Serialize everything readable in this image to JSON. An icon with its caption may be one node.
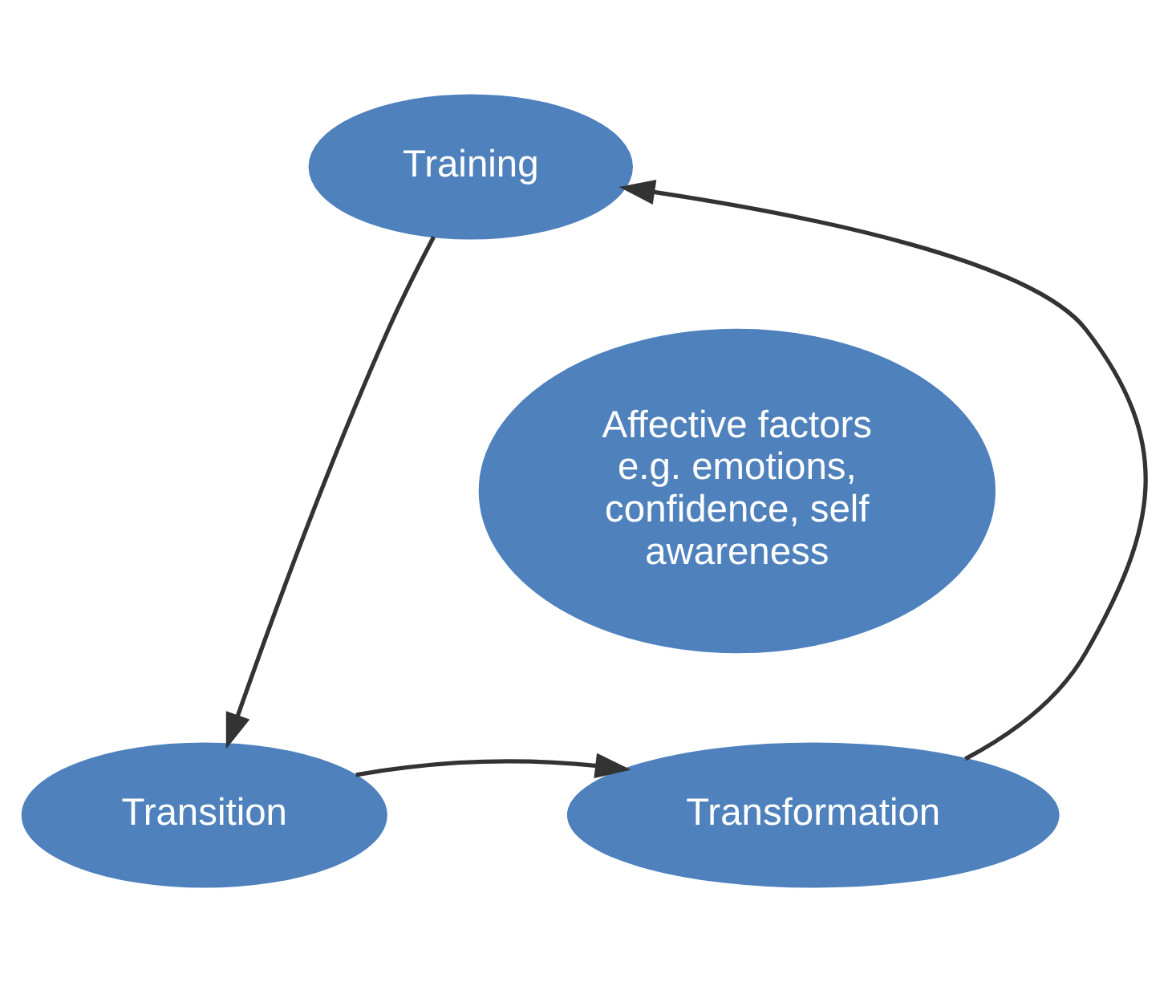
{
  "diagram": {
    "nodes": [
      {
        "text": [
          "Training"
        ]
      },
      {
        "text": [
          "Transition"
        ]
      },
      {
        "text": [
          "Transformation"
        ]
      },
      {
        "text": [
          "Affective factors e.g. emotions, confidence, self awareness"
        ]
      }
    ],
    "edges": [
      {
        "from": 0,
        "to": 1,
        "arrow": "to"
      },
      {
        "from": 1,
        "to": 2,
        "arrow": "to"
      },
      {
        "from": 2,
        "to": 0,
        "arrow": "to"
      }
    ]
  }
}
